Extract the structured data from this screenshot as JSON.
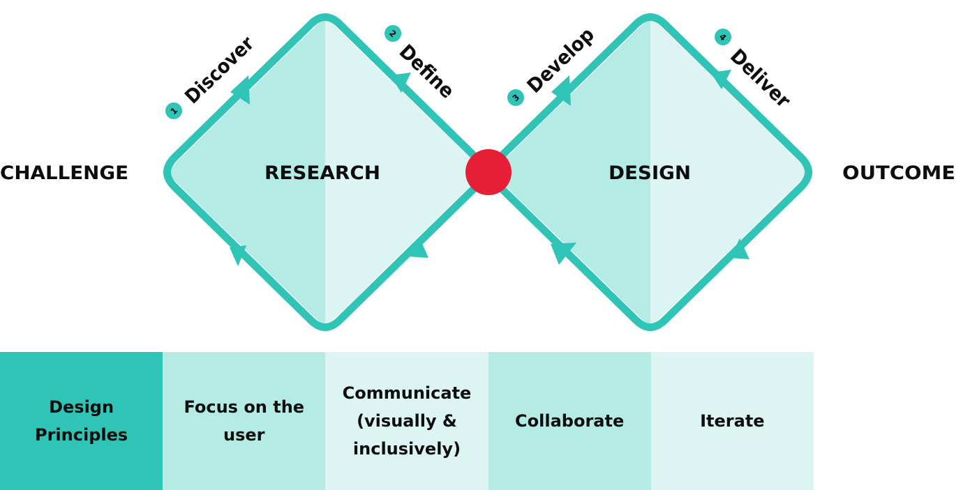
{
  "colors": {
    "teal": "#2fc4b6",
    "teal_dark_fill": "#b5ebe5",
    "teal_light_fill": "#ddf5f2",
    "center_dot": "#e61e36",
    "principles_header": "#2fc4b6"
  },
  "diagram": {
    "left_label": "CHALLENGE",
    "right_label": "OUTCOME",
    "diamonds": [
      {
        "title": "RESEARCH"
      },
      {
        "title": "DESIGN"
      }
    ],
    "phases": [
      {
        "number": "1",
        "label": "Discover"
      },
      {
        "number": "2",
        "label": "Define"
      },
      {
        "number": "3",
        "label": "Develop"
      },
      {
        "number": "4",
        "label": "Deliver"
      }
    ]
  },
  "principles": {
    "header": "Design Principles",
    "items": [
      "Focus on the user",
      "Communicate (visually & inclusively)",
      "Collaborate",
      "Iterate"
    ]
  }
}
